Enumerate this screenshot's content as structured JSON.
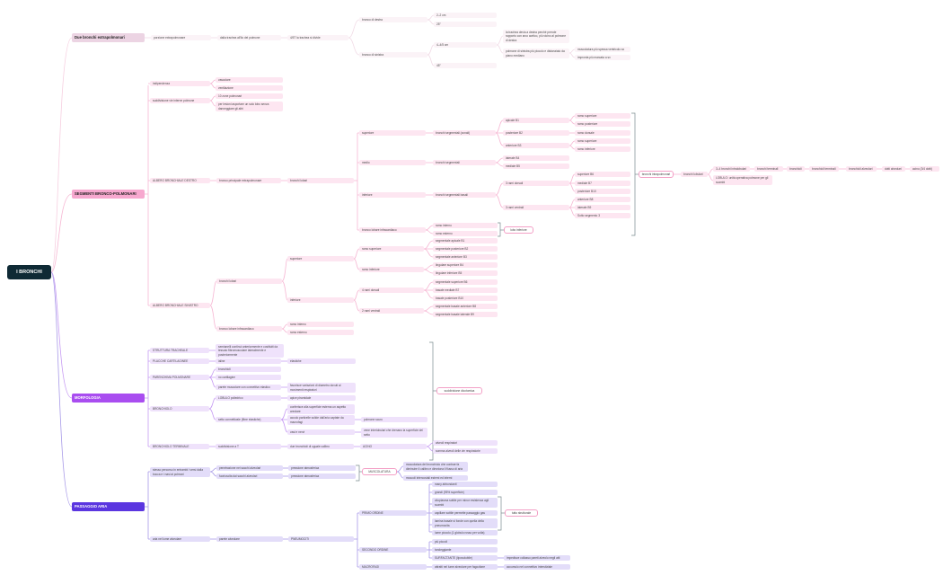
{
  "root": {
    "label": "I BRONCHI"
  },
  "colors": {
    "root": "#0f2a35",
    "pink_line": "#f6b7d3",
    "purple_line": "#c79cf3",
    "violet_line": "#a89ae8",
    "bracket": "#7a8a8f"
  },
  "sections": {
    "extra": {
      "label": "Due bronchi extrapolmonari",
      "n1": "porzione extrapolmonare",
      "n2": "dalla trachea all'ilo del polmone",
      "n3": "4/5T la trachea si divide",
      "dx": "bronco di destra",
      "dx_a": "2–2 cm",
      "dx_b": "25°",
      "sx": "bronco di sinistra",
      "sx_a": "4–4/5 cm",
      "sx_b": "45°",
      "sx_c1": "la trachea devia a destra perché prende rapporto con arco aortico, più vicino al polmone di destra",
      "sx_c2": "polmone di sinistra più piccolo e distanziato da piano mediano",
      "sx_d1": "muscolatura più spessa ventricolo sx",
      "sx_d2": "impronta più marcata a sx"
    },
    "seg": {
      "label": "SEGMENTI BRONCO-POLMONARI",
      "ind": "indipendenza",
      "ind_a": "vascolare",
      "ind_b": "ventilazione",
      "sudd": "suddivisione vie interne polmone",
      "sudd_a": "10 zone polmonari",
      "sudd_b": "per lesioni asportare un solo lobo senza danneggiare gli altri",
      "dx": "ALBERO BRONCHIALE DESTRO",
      "dx_1": "bronco principale extrapolmonare",
      "dx_2": "bronchi lobari",
      "sup": "superiore",
      "sup_s": "bronchi segmentali (zonali)",
      "ap": "apicale B1",
      "ap_a": "ramo superiore",
      "ap_b": "ramo posteriore",
      "po": "posteriore B2",
      "po_a": "ramo dorsale",
      "an": "anteriore B3",
      "an_a": "ramo superiore",
      "an_b": "ramo inferiore",
      "med": "medio",
      "med_s": "bronchi segmentali",
      "lat": "laterale B4",
      "mdl": "mediale B5",
      "inf": "inferiore",
      "inf_s": "bronchi segmentali basali",
      "dors": "3 rami dorsali",
      "d1": "superiore B6",
      "d2": "mediale B7",
      "d3": "posteriore B10",
      "vent": "3 rami ventrali",
      "v1": "anteriore B8",
      "v2": "laterale B9",
      "v3": "Sotto segmento 3",
      "intra": "bronco lobare infracardiaco",
      "intra_a": "ramo interno",
      "intra_b": "ramo esterno",
      "lobo_inf": "lobo inferiore",
      "intra_pol": "bronchi intrapolmonari",
      "lob": "bronchi lobulari",
      "ch1": "3–4 bronchi intralobulari",
      "ch2": "bronchi terminali",
      "ch3": "bronchioli",
      "ch4": "bronchioli terminali",
      "ch5": "bronchioli alveolari",
      "ch6": "dotti alveolari",
      "ch7": "acino (3/4 dotti)",
      "lobulo": "LOBULO: unità operativa polmone per gli scambi",
      "sx": "ALBERO BRONCHIALE SINISTRO",
      "sx_lob": "bronchi lobari",
      "sx_sup": "superiore",
      "rs": "ramo superiore",
      "rs1": "segmentale apicale B1",
      "rs2": "segmentale posteriore B2",
      "rs3": "segmentale anteriore B3",
      "ri": "ramo inferiore",
      "ri1": "lingulare superiore B4",
      "ri2": "lingulare inferiore B5",
      "sx_inf": "inferiore",
      "d4": "4 rami dorsali",
      "d4a": "segmentale superiore B6",
      "d4b": "basale mediale B7",
      "d4c": "basale posteriore B10",
      "v2r": "2 rami ventrali",
      "v2a": "segmentale basale anteriore B8",
      "v2b": "segmentale basale laterale B9",
      "sx_intra": "bronco lobare infracardiaco",
      "sx_intra_a": "ramo interno",
      "sx_intra_b": "ramo esterno"
    },
    "morf": {
      "label": "MORFOLOGIA",
      "st": "STRUTTURA TRACHEALE",
      "st_a": "semianelli continui anteriormente e costituiti da tessuto fibromuscolare lateralmente e posteriormente",
      "pc": "PLACCHE CARTILAGINEE",
      "pc_a": "ialine",
      "pc_b": "elastiche",
      "pp": "PARENCHIMA POLMONARE",
      "pp_a": "bronchioli",
      "pp_b": "no cartilagine",
      "pp_c": "parete muscolare con connettivo elastico",
      "pp_d": "favorisce variazioni di diametro dovuti ai movimenti respiratori",
      "br": "BRONCHIOLO",
      "br_a": "LOBULO poliedrico",
      "br_a1": "apice piramidale",
      "br_b": "setto connettivale (fibre elastiche)",
      "br_b1": "conferisce alla superficie esterna un aspetto areolare",
      "br_b2": "accolo particelle solide dall'aria captate da macrofagi",
      "br_b2a": "polmone scuro",
      "br_b3": "vasi e nervi",
      "br_b3a": "vene interlobulari che drenano la superficie del setto",
      "bt": "BRONCHIOLO TERMINALE",
      "bt_a": "suddivisione a T",
      "bt_b": "due bronchioli di uguale calibro",
      "bt_c": "ACINO",
      "bt_c1": "alveoli respiratori",
      "bt_c2": "somma alveoli delle vie respiratorie",
      "summary": "suddivisione dicotomica"
    },
    "pass": {
      "label": "PASSAGGIO ARIA",
      "a": "stesso percorso in entrambi i versi dalla bocca e i nasi ai polmoni",
      "a1": "penetrazione nei sacchi alveolari",
      "a1b": "pressione atmosferica",
      "a2": "fuoriuscita dai sacchi alveolari",
      "a2b": "pressione atmosferica",
      "musc": "MUSCOLATURA",
      "musc1": "muscolatura del bronchiolo che contrae fa diminuire il calibro e direziona il flusso di aria",
      "musc2": "muscoli intercostali esterni ed interni",
      "b": "aria nel lume alveolare",
      "b1": "parete alveolare",
      "b2": "PNEUMOCITI",
      "po": "PRIMO ORDINE",
      "po1": "many abbondanti",
      "po2": "grandi (95% superficie)",
      "po3": "citoplasma sottile per minor resistenza agli scambi",
      "po4": "capillare sottile permette passaggio gas",
      "po5": "lamina basale si fonde con quella della pneumocita",
      "po6": "lume piccolo (1 globulo rosso per volta)",
      "tut": "tutto strutturale",
      "so": "SECONDO ORDINE",
      "so1": "più piccoli",
      "so2": "tondeggiante",
      "so3": "SURFACTANTE (liposolubile)",
      "so3a": "impedisce collasso pareti alveolo negli atti",
      "ma": "MACROFAGI",
      "ma1": "attratti nel lume alveolare per fagocitare",
      "ma2": "accumulo nel connettivo interstiziale"
    }
  }
}
